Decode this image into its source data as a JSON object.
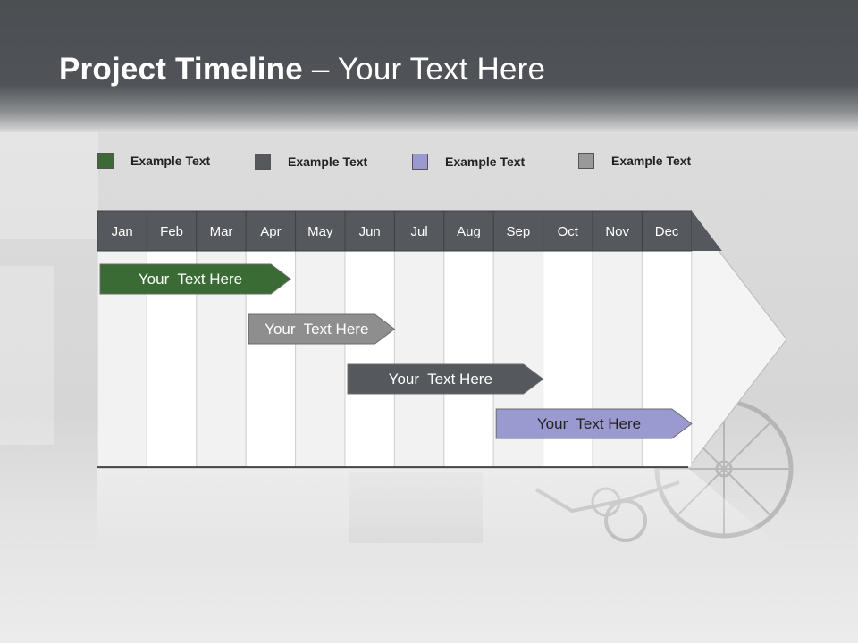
{
  "title": {
    "bold": "Project Timeline",
    "rest": " – Your Text Here"
  },
  "legend": [
    {
      "label": "Example Text",
      "color": "#3a6b35"
    },
    {
      "label": "Example Text",
      "color": "#55585c"
    },
    {
      "label": "Example Text",
      "color": "#9a9ad0"
    },
    {
      "label": "Example Text",
      "color": "#999999"
    }
  ],
  "months": [
    "Jan",
    "Feb",
    "Mar",
    "Apr",
    "May",
    "Jun",
    "Jul",
    "Aug",
    "Sep",
    "Oct",
    "Nov",
    "Dec"
  ],
  "tasks": [
    {
      "label": "Your  Text Here",
      "start": 0,
      "end": 3.9,
      "color": "#3a6b35",
      "text_color": "#ffffff"
    },
    {
      "label": "Your  Text Here",
      "start": 3.0,
      "end": 6.0,
      "color": "#8e8e8e",
      "text_color": "#ffffff"
    },
    {
      "label": "Your  Text Here",
      "start": 5.0,
      "end": 9.0,
      "color": "#55585c",
      "text_color": "#ffffff"
    },
    {
      "label": "Your  Text Here",
      "start": 8.0,
      "end": 12.0,
      "color": "#9a9ad0",
      "text_color": "#222222"
    }
  ],
  "colors": {
    "month_header": "#55585c",
    "column_light": "#f2f2f2",
    "column_white": "#ffffff"
  }
}
